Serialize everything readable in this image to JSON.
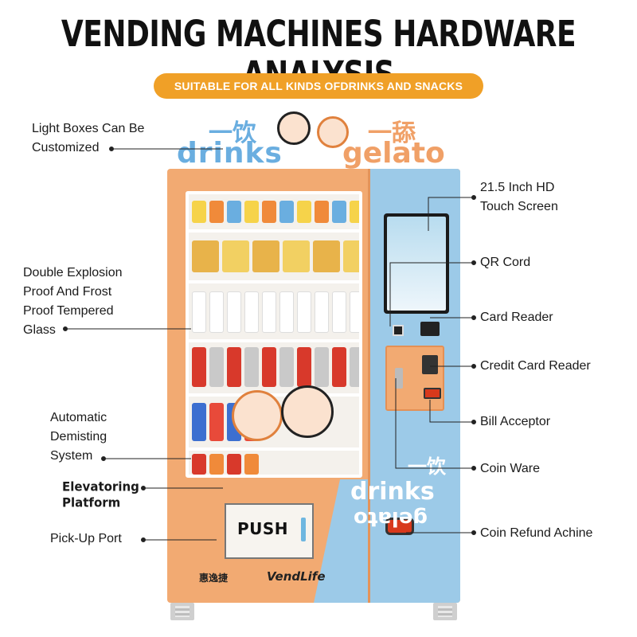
{
  "header": {
    "title": "VENDING MACHINES HARDWARE ANALYSIS",
    "banner": "SUITABLE FOR ALL KINDS OFDRINKS AND SNACKS"
  },
  "left_labels": {
    "light_boxes": [
      "Light Boxes Can Be",
      "Customized"
    ],
    "glass": [
      "Double Explosion",
      "Proof And Frost",
      "Proof Tempered",
      "Glass"
    ],
    "demisting": [
      "Automatic",
      "Demisting",
      "System"
    ],
    "elevator": [
      "Elevatoring",
      "Platform"
    ],
    "pickup": "Pick-Up Port"
  },
  "right_labels": {
    "screen": [
      "21.5 Inch HD",
      "Touch Screen"
    ],
    "qr": "QR Cord",
    "card_reader": "Card Reader",
    "credit_card": "Credit Card Reader",
    "bill": "Bill Acceptor",
    "coin": "Coin Ware",
    "refund": "Coin Refund Achine"
  },
  "machine": {
    "push_label": "PUSH",
    "topper_left_cn": "一饮",
    "topper_left": "drinks",
    "topper_right_cn": "一舔",
    "topper_right": "gelato",
    "side_drinks": "drinks",
    "side_gelato": "gelato",
    "side_cn": "一饮",
    "logo_cn": "惠逸捷",
    "logo_en": "VendLife"
  },
  "colors": {
    "banner": "#f0a027",
    "machine_orange": "#f2aa72",
    "machine_blue": "#9ccae8"
  }
}
